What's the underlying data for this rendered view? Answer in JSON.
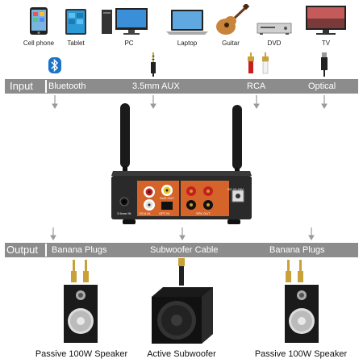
{
  "devices": [
    {
      "id": "cell-phone",
      "label": "Cell phone"
    },
    {
      "id": "tablet",
      "label": "Tablet"
    },
    {
      "id": "pc",
      "label": "PC"
    },
    {
      "id": "laptop",
      "label": "Laptop"
    },
    {
      "id": "guitar",
      "label": "Guitar"
    },
    {
      "id": "dvd",
      "label": "DVD"
    },
    {
      "id": "tv",
      "label": "TV"
    }
  ],
  "input_bar": {
    "title": "Input",
    "items": [
      "Bluetooth",
      "3.5mm AUX",
      "RCA",
      "Optical"
    ]
  },
  "amp_panel": {
    "ports": [
      "3.5mm IN",
      "RCA IN",
      "OPT IN",
      "SUB OUT",
      "SPK OUT",
      "DC 12-24V"
    ]
  },
  "output_bar": {
    "title": "Output",
    "items": [
      "Banana Plugs",
      "Subwoofer Cable",
      "Banana Plugs"
    ]
  },
  "speakers": [
    {
      "id": "left",
      "label": "Passive 100W Speaker"
    },
    {
      "id": "sub",
      "label": "Active Subwoofer"
    },
    {
      "id": "right",
      "label": "Passive 100W Speaker"
    }
  ],
  "colors": {
    "bar": "#8c8c8c",
    "amp": "#2a2a2a",
    "rca_red": "#c81e1e",
    "rca_yellow": "#e6c81e",
    "gold": "#c9a13a"
  }
}
